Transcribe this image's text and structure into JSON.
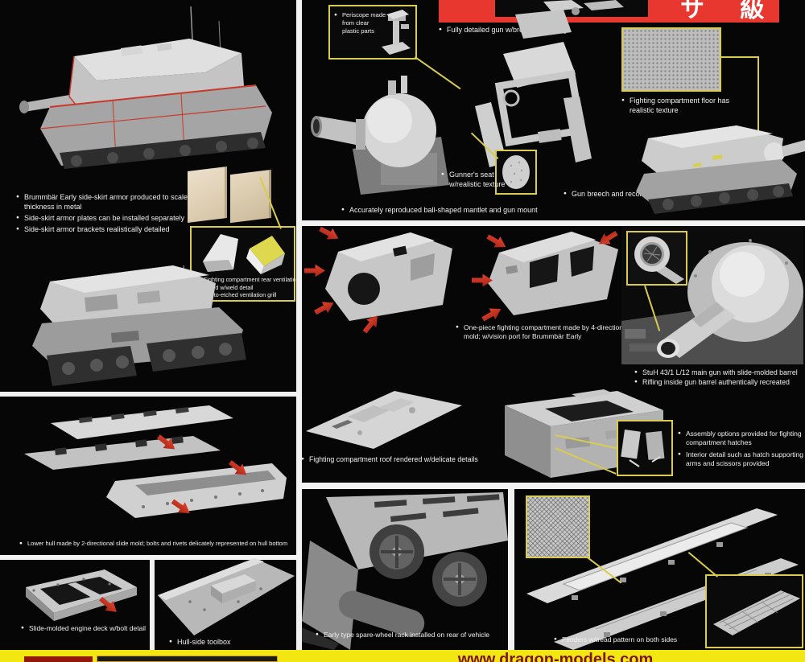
{
  "banner": {
    "kanji": "サ 級"
  },
  "annotations": {
    "skirt": [
      "Brummbär Early side-skirt armor produced to scale thickness in metal",
      "Side-skirt armor plates can be installed separately",
      "Side-skirt armor brackets realistically detailed"
    ],
    "vent": [
      "Fighting compartment rear ventilation guard w/weld detail",
      "Photo-etched ventilation grill"
    ],
    "periscope": "Periscope made from clear plastic parts",
    "gun": "Fully detailed gun w/breech assembly",
    "floor": "Fighting compartment floor has realistic texture",
    "seat": "Gunner's seat w/realistic texture",
    "breech": "Gun breech and recoil guard fully reproduced",
    "mantlet": "Accurately reproduced ball-shaped mantlet and gun mount",
    "compartment": "One-piece fighting compartment made by 4-directional slide mold; w/vision port for Brummbär Early",
    "stuh": [
      "StuH 43/1 L/12 main gun with slide-molded barrel",
      "Rifling inside gun barrel authentically recreated"
    ],
    "roof": "Fighting compartment roof rendered w/delicate details",
    "hatch": [
      "Assembly options provided for fighting compartment hatches",
      "Interior detail such as hatch supporting arms and scissors provided"
    ],
    "hull": "Lower hull made by 2-directional slide mold; bolts and rivets delicately represented on hull bottom",
    "engine_deck": "Slide-molded engine deck w/bolt detail",
    "toolbox": "Hull-side toolbox",
    "wheel_rack": "Early type spare-wheel rack installed on rear of vehicle",
    "fenders": "Fenders w/tread pattern on both sides"
  },
  "footer": {
    "website": "www.dragon-models.com"
  },
  "colors": {
    "accent_yellow": "#d9cc4f",
    "arrow_red": "#cf3a28",
    "banner_red": "#e8372e",
    "strip_yellow": "#f3e711",
    "url_red": "#7c150b"
  }
}
